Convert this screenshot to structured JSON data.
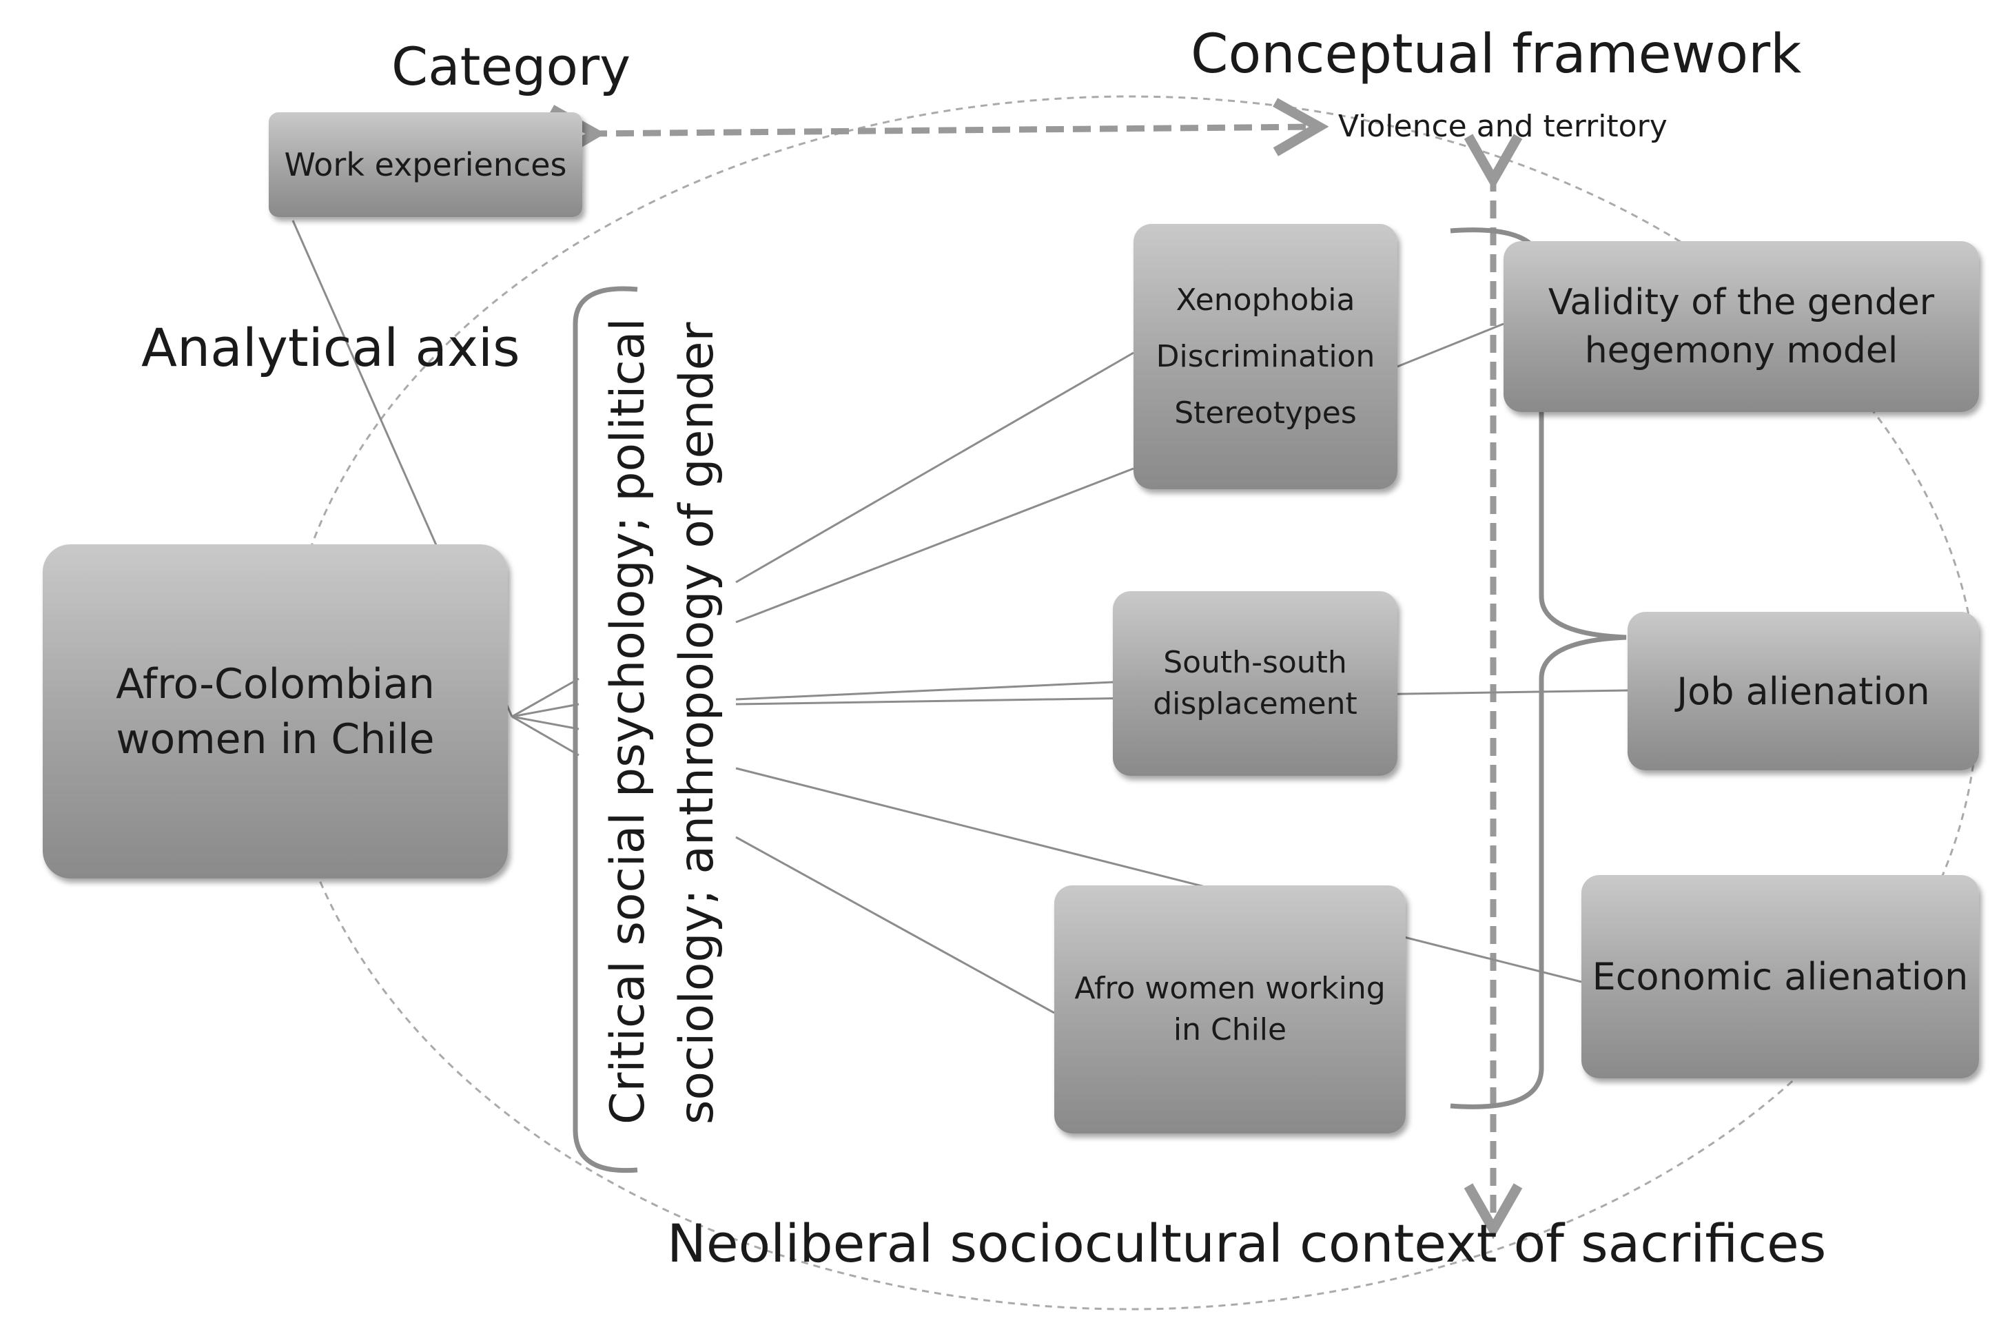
{
  "headings": {
    "category": "Category",
    "conceptual_framework": "Conceptual framework",
    "analytical_axis": "Analytical axis",
    "context": "Neoliberal sociocultural context of sacrifices",
    "violence_territory": "Violence and territory"
  },
  "boxes": {
    "work_experiences": "Work experiences",
    "afro_colombian": [
      "Afro-Colombian",
      "women in Chile"
    ],
    "xenophobia_group": [
      "Xenophobia",
      "Discrimination",
      "Stereotypes"
    ],
    "south_south": [
      "South-south",
      "displacement"
    ],
    "afro_working": [
      "Afro women working",
      "in Chile"
    ],
    "gender_hegemony": [
      "Validity of the gender",
      "hegemony model"
    ],
    "job_alienation": "Job alienation",
    "economic_alienation": "Economic alienation"
  },
  "vertical_label": [
    "Critical social psychology; political",
    "sociology; anthropology of gender"
  ],
  "colors": {
    "box_top": "#c9c9c9",
    "box_bottom": "#8a8a8a",
    "lines": "#8c8c8c",
    "dashed_arrows": "#999999"
  }
}
